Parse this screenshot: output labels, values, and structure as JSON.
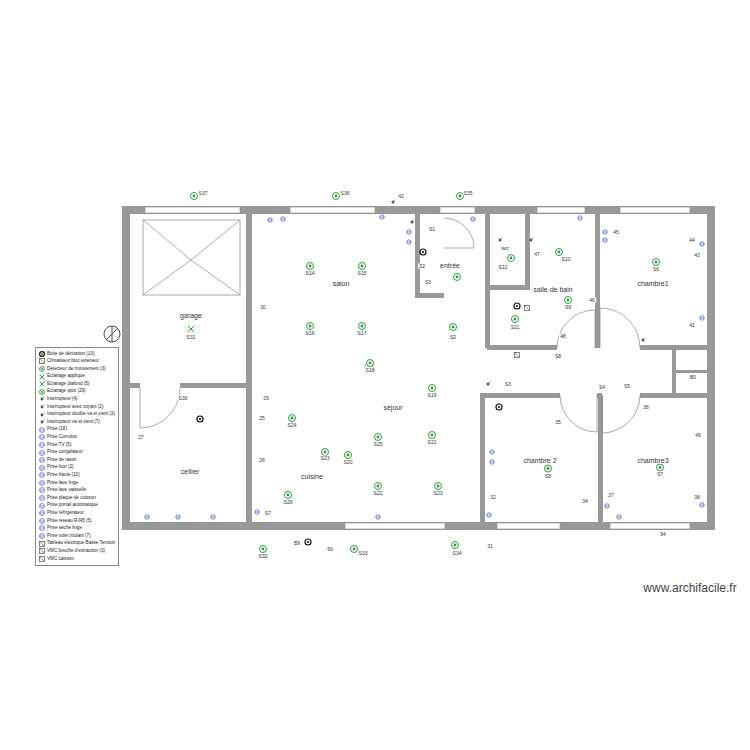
{
  "diagram": {
    "labels": [
      "S37",
      "S36",
      "42",
      "S35",
      "garage",
      "S31",
      "salon",
      "S14",
      "S15",
      "S16",
      "S17",
      "S2",
      "S18",
      "S19",
      "séjour",
      "S24",
      "S25",
      "S21",
      "S20",
      "S23",
      "cuisine",
      "S22",
      "S23",
      "S26",
      "S7",
      "B9",
      "S32",
      "S33",
      "S34",
      "69",
      "entrée",
      "S1",
      "S2",
      "S3",
      "wc",
      "S12",
      "47",
      "S10",
      "salle de bain",
      "S9",
      "46",
      "S11",
      "48",
      "S8",
      "chambre1",
      "S6",
      "45",
      "44",
      "43",
      "41",
      "B0",
      "S4",
      "S5",
      "S3",
      "chambre 2",
      "S8",
      "35",
      "32",
      "31",
      "chambre3",
      "S7",
      "37",
      "38",
      "34",
      "94",
      "36",
      "49",
      "cellier",
      "S30",
      "27",
      "26",
      "25",
      "29",
      "30",
      "www.archifacile.fr"
    ],
    "legend": [
      {
        "text": "Boite de dérivation (10)"
      },
      {
        "text": "Climatiseur bloc exterieur"
      },
      {
        "text": "Détecteur de mouvement (3)"
      },
      {
        "text": "Eclairage applique"
      },
      {
        "text": "Eclairage plafond (5)"
      },
      {
        "text": "Eclairage spot (29)"
      },
      {
        "text": "Interrupteur (4)"
      },
      {
        "text": "Interrupteur avec voyant (2)"
      },
      {
        "text": "Interrupteur double va et vient (3)"
      },
      {
        "text": "Interrupteur va et vient (7)"
      },
      {
        "text": "Prise (18)"
      },
      {
        "text": "Prise Cumulus"
      },
      {
        "text": "Prise TV (5)"
      },
      {
        "text": "Prise congélateur"
      },
      {
        "text": "Prise de rasoir"
      },
      {
        "text": "Prise four (2)"
      },
      {
        "text": "Prise haute (10)"
      },
      {
        "text": "Prise lave linge"
      },
      {
        "text": "Prise lave vaisselle"
      },
      {
        "text": "Prise plaque de cuisson"
      },
      {
        "text": "Prise portail automatique"
      },
      {
        "text": "Prise réfrigérateur"
      },
      {
        "text": "Prise réseau RJ45 (5)"
      },
      {
        "text": "Prise sèche linge"
      },
      {
        "text": "Prise volet roulant (7)"
      },
      {
        "text": "Tableau électrique Basse Tension"
      },
      {
        "text": "VMC bouche d'extraction (3)"
      },
      {
        "text": "VMC caisson"
      }
    ]
  }
}
